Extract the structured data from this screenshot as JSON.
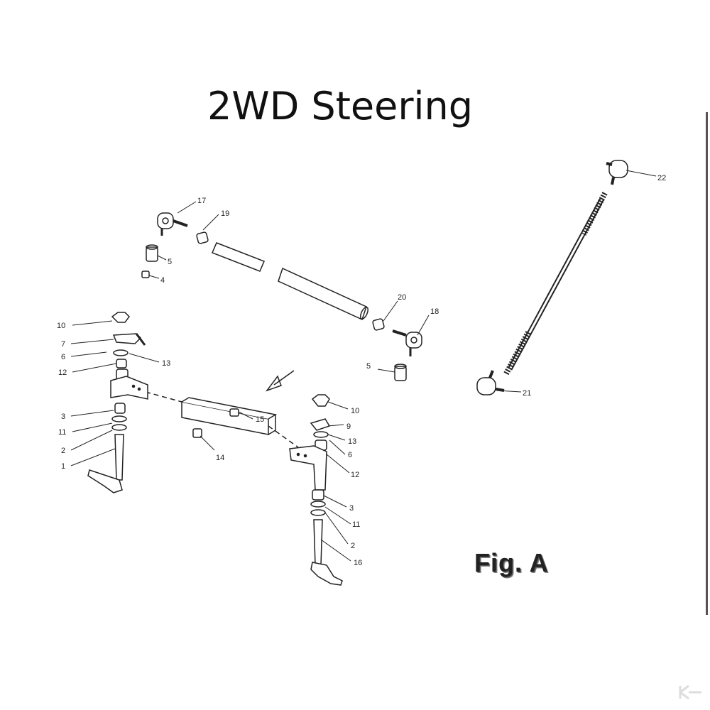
{
  "title": "2WD Steering",
  "figure_label": "Fig. A",
  "callouts": [
    {
      "id": "c17",
      "label": "17"
    },
    {
      "id": "c19",
      "label": "19"
    },
    {
      "id": "c5a",
      "label": "5"
    },
    {
      "id": "c4",
      "label": "4"
    },
    {
      "id": "c20",
      "label": "20"
    },
    {
      "id": "c18",
      "label": "18"
    },
    {
      "id": "c5b",
      "label": "5"
    },
    {
      "id": "c22",
      "label": "22"
    },
    {
      "id": "c21",
      "label": "21"
    },
    {
      "id": "c10a",
      "label": "10"
    },
    {
      "id": "c7",
      "label": "7"
    },
    {
      "id": "c6a",
      "label": "6"
    },
    {
      "id": "c13a",
      "label": "13"
    },
    {
      "id": "c12a",
      "label": "12"
    },
    {
      "id": "c3a",
      "label": "3"
    },
    {
      "id": "c11a",
      "label": "11"
    },
    {
      "id": "c2a",
      "label": "2"
    },
    {
      "id": "c1",
      "label": "1"
    },
    {
      "id": "c15",
      "label": "15"
    },
    {
      "id": "c14",
      "label": "14"
    },
    {
      "id": "c10b",
      "label": "10"
    },
    {
      "id": "c9",
      "label": "9"
    },
    {
      "id": "c13b",
      "label": "13"
    },
    {
      "id": "c6b",
      "label": "6"
    },
    {
      "id": "c12b",
      "label": "12"
    },
    {
      "id": "c3b",
      "label": "3"
    },
    {
      "id": "c11b",
      "label": "11"
    },
    {
      "id": "c2b",
      "label": "2"
    },
    {
      "id": "c16",
      "label": "16"
    }
  ]
}
